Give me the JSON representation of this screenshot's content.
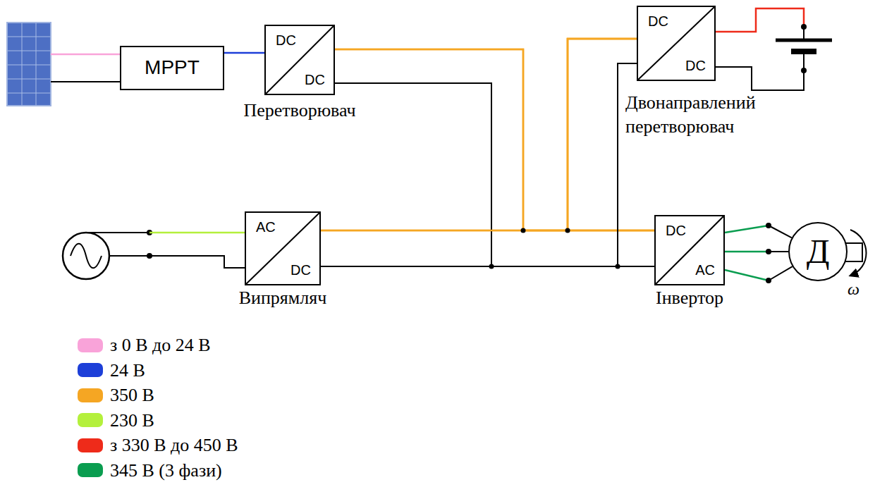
{
  "diagram": {
    "nodes": [
      {
        "text": [
          "MPPT"
        ]
      },
      {
        "text": [
          "DC",
          "DC",
          "Перетворювач"
        ]
      },
      {
        "text": [
          "DC",
          "DC",
          "Двонаправлений перетворювач"
        ]
      },
      {
        "text": [
          "AC",
          "DC",
          "Випрямляч"
        ]
      },
      {
        "text": [
          "DC",
          "AC",
          "Інвертор"
        ]
      },
      {
        "text": [
          "Д"
        ]
      }
    ],
    "edges": [
      {
        "from": 0,
        "to": 1,
        "arrow": "none"
      },
      {
        "from": 1,
        "to": 4,
        "arrow": "none"
      },
      {
        "from": 3,
        "to": 4,
        "arrow": "none"
      },
      {
        "from": 2,
        "to": 4,
        "arrow": "none"
      },
      {
        "from": 1,
        "to": 2,
        "arrow": "none"
      },
      {
        "from": 3,
        "to": 2,
        "arrow": "none"
      },
      {
        "from": 4,
        "to": 5,
        "arrow": "none"
      }
    ],
    "labels": [
      "ω"
    ],
    "legend": [
      {
        "text": "з 0 В до 24 В",
        "color": "#f9a3d9"
      },
      {
        "text": "24 В",
        "color": "#1d3fd8"
      },
      {
        "text": "350 В",
        "color": "#f5a623"
      },
      {
        "text": "230 В",
        "color": "#b4f03c"
      },
      {
        "text": "з 330 В до 450 В",
        "color": "#ee2b1a"
      },
      {
        "text": "345 В (3 фази)",
        "color": "#0a9d50"
      }
    ]
  }
}
